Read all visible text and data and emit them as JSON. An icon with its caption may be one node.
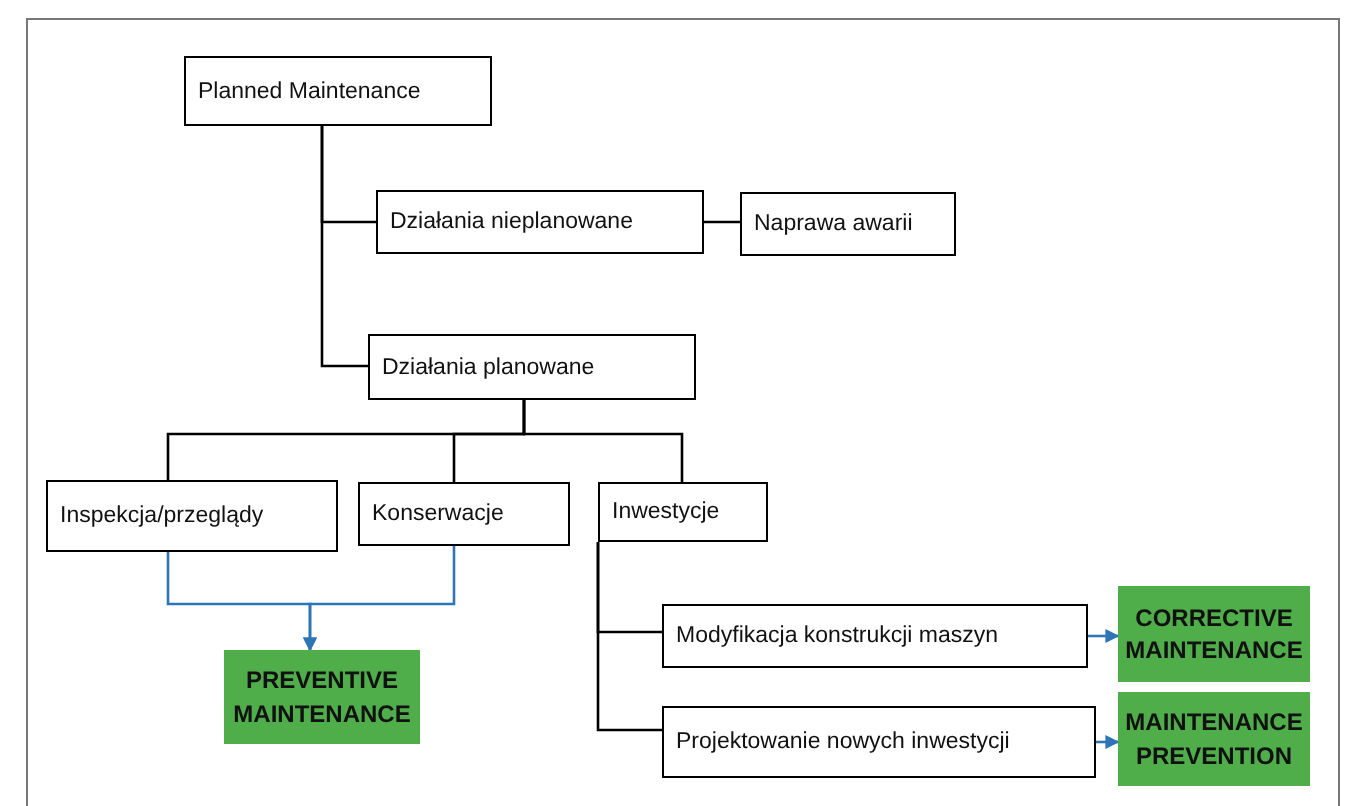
{
  "diagram": {
    "nodes": [
      {
        "text": [
          "Planned Maintenance"
        ]
      },
      {
        "text": [
          "Działania nieplanowane"
        ]
      },
      {
        "text": [
          "Naprawa awarii"
        ]
      },
      {
        "text": [
          "Działania planowane"
        ]
      },
      {
        "text": [
          "Inspekcja/przeglądy"
        ]
      },
      {
        "text": [
          "Konserwacje"
        ]
      },
      {
        "text": [
          "Inwestycje"
        ]
      },
      {
        "text": [
          "Modyfikacja konstrukcji maszyn"
        ]
      },
      {
        "text": [
          "Projektowanie nowych inwestycji"
        ]
      },
      {
        "text": [
          "PREVENTIVE MAINTENANCE"
        ]
      },
      {
        "text": [
          "CORRECTIVE MAINTENANCE"
        ]
      },
      {
        "text": [
          "MAINTENANCE PREVENTION"
        ]
      }
    ],
    "edges": [
      {
        "from": 0,
        "to": 1,
        "arrow": "none"
      },
      {
        "from": 0,
        "to": 3,
        "arrow": "none"
      },
      {
        "from": 1,
        "to": 2,
        "arrow": "none"
      },
      {
        "from": 3,
        "to": 4,
        "arrow": "none"
      },
      {
        "from": 3,
        "to": 5,
        "arrow": "none"
      },
      {
        "from": 3,
        "to": 6,
        "arrow": "none"
      },
      {
        "from": 6,
        "to": 7,
        "arrow": "none"
      },
      {
        "from": 6,
        "to": 8,
        "arrow": "none"
      },
      {
        "from": 4,
        "to": 9,
        "arrow": "to",
        "color": "#2e75b6"
      },
      {
        "from": 5,
        "to": 9,
        "arrow": "to",
        "color": "#2e75b6"
      },
      {
        "from": 7,
        "to": 10,
        "arrow": "to",
        "color": "#2e75b6"
      },
      {
        "from": 8,
        "to": 11,
        "arrow": "to",
        "color": "#2e75b6"
      }
    ]
  }
}
